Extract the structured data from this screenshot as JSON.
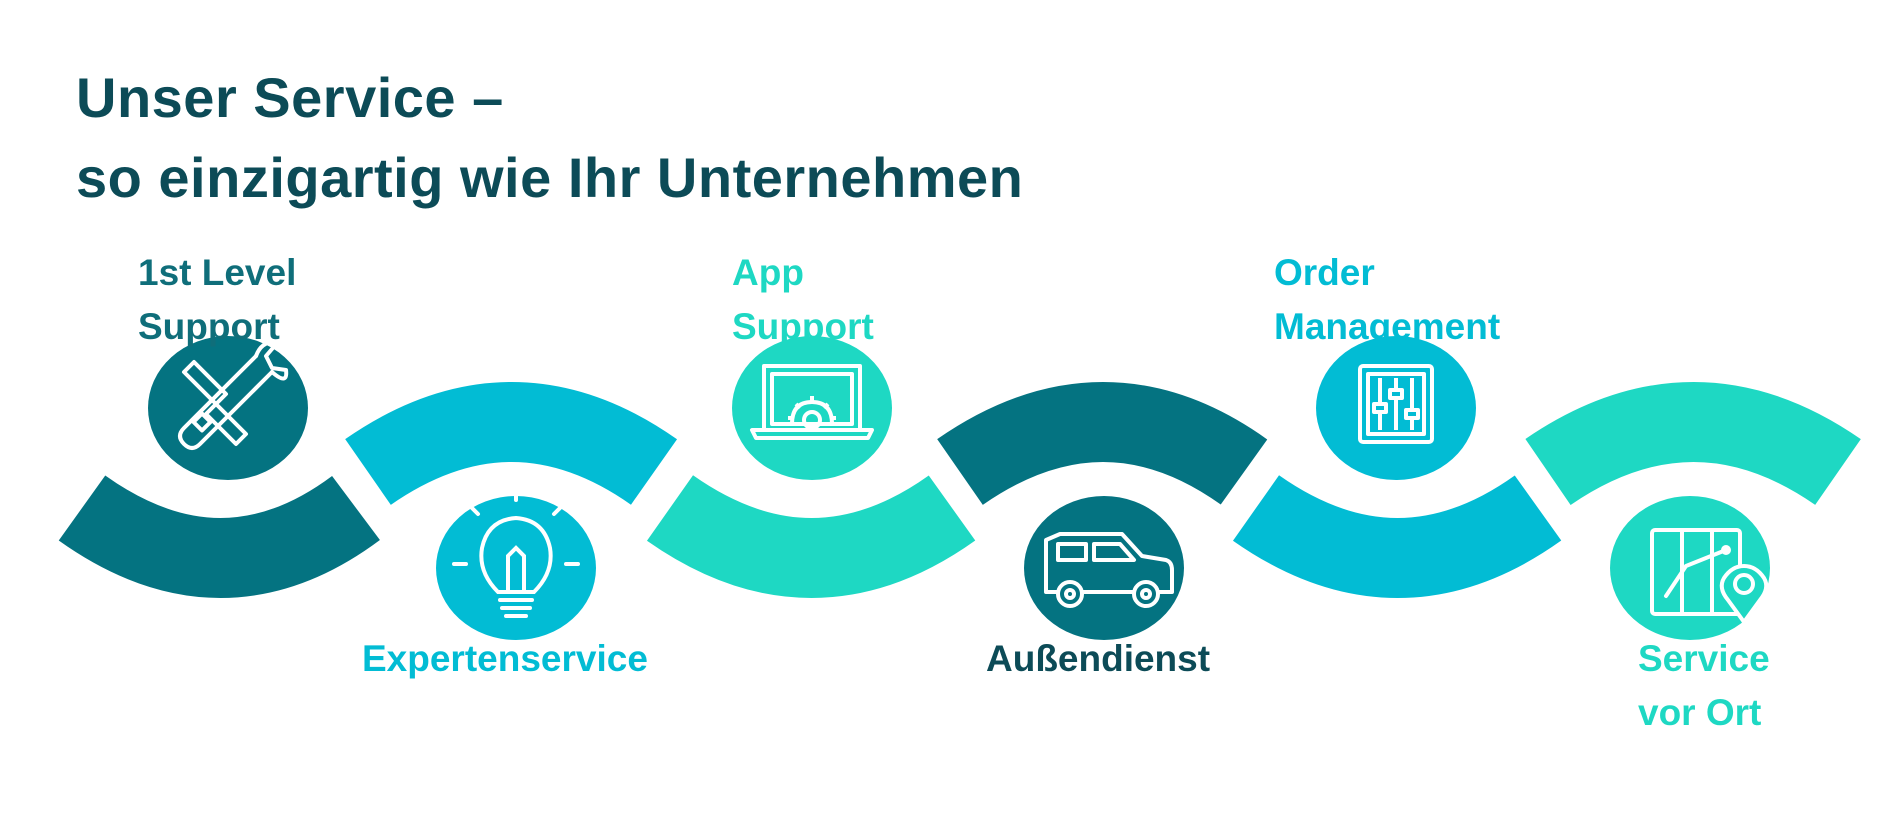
{
  "title": {
    "line1": "Unser Service –",
    "line2": "so einzigartig wie Ihr Unternehmen"
  },
  "colors": {
    "title": "#0c4b57",
    "dark_teal": "#047381",
    "cyan": "#02bcd4",
    "mint": "#1ed8c3",
    "icon_stroke": "#ffffff"
  },
  "steps": [
    {
      "line1": "1st Level",
      "line2": "Support",
      "icon": "tools-icon",
      "color": "dark_teal",
      "position": "top"
    },
    {
      "line1": "Expertenservice",
      "line2": "",
      "icon": "lightbulb-icon",
      "color": "cyan",
      "position": "bottom"
    },
    {
      "line1": "App",
      "line2": "Support",
      "icon": "laptop-gear-icon",
      "color": "mint",
      "position": "top"
    },
    {
      "line1": "Außendienst",
      "line2": "",
      "icon": "car-icon",
      "color": "dark_teal",
      "position": "bottom"
    },
    {
      "line1": "Order",
      "line2": "Management",
      "icon": "sliders-icon",
      "color": "cyan",
      "position": "top"
    },
    {
      "line1": "Service",
      "line2": "vor Ort",
      "icon": "map-pin-icon",
      "color": "mint",
      "position": "bottom"
    }
  ]
}
